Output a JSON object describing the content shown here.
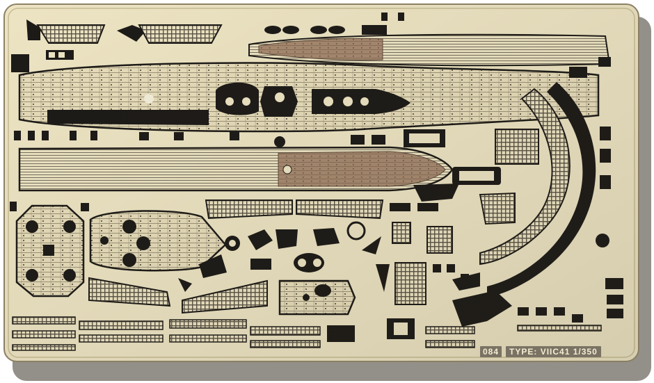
{
  "photo": {
    "subject": "photo-etched brass detail sheet",
    "colors": {
      "brass": "#efe6c5",
      "brass_shadow": "#cbbf95",
      "etch_cut": "#1c1a17",
      "deck_tan": "#ab8c72",
      "deck_wood": "#9c7c63",
      "frame_edge": "#8e8366",
      "background": "#ffffff"
    }
  },
  "sheet_label": {
    "code": "084",
    "type": "TYPE: VIIC41 1/350"
  }
}
